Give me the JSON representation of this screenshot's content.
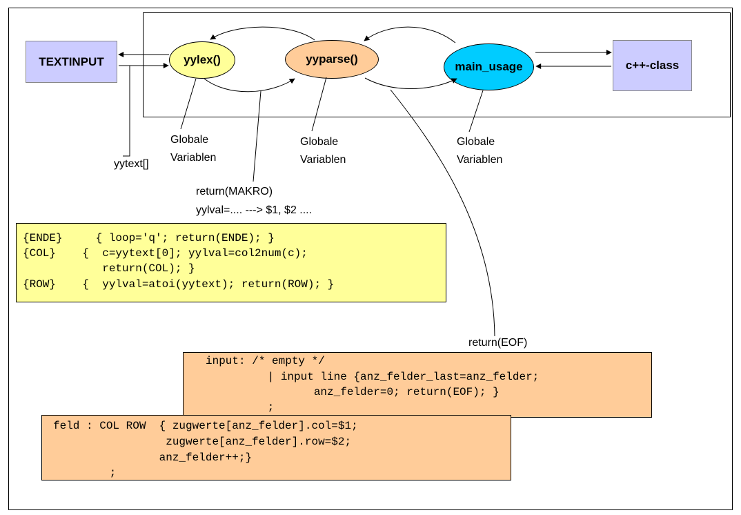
{
  "nodes": {
    "textinput": "TEXTINPUT",
    "yylex": "yylex()",
    "yyparse": "yyparse()",
    "main_usage": "main_usage",
    "cppclass": "c++-class"
  },
  "labels": {
    "globale_1a": "Globale",
    "globale_1b": "Variablen",
    "globale_2a": "Globale",
    "globale_2b": "Variablen",
    "globale_3a": "Globale",
    "globale_3b": "Variablen",
    "yytext": "yytext[]",
    "return_makro": "return(MAKRO)",
    "yylval": "yylval=.... ---> $1, $2 ....",
    "return_eof": "return(EOF)"
  },
  "lex_code": [
    "{ENDE}     { loop='q'; return(ENDE); }",
    "{COL}    {  c=yytext[0]; yylval=col2num(c);",
    "            return(COL); }",
    "{ROW}    {  yylval=atoi(yytext); return(ROW); }"
  ],
  "input_code": [
    "input: /* empty */",
    "      | input line {anz_felder_last=anz_felder;",
    "             anz_felder=0; return(EOF); }",
    "      ;"
  ],
  "feld_code": [
    "feld : COL ROW  { zugwerte[anz_felder].col=$1;",
    "                 zugwerte[anz_felder].row=$2;",
    "                anz_felder++;}",
    "      ;"
  ],
  "colors": {
    "box_blue": "#ccccff",
    "yylex_fill": "#ffff99",
    "yyparse_fill": "#ffcc99",
    "main_usage_fill": "#00ccff",
    "lex_code_fill": "#ffff99",
    "yacc_code_fill": "#ffcc99"
  }
}
